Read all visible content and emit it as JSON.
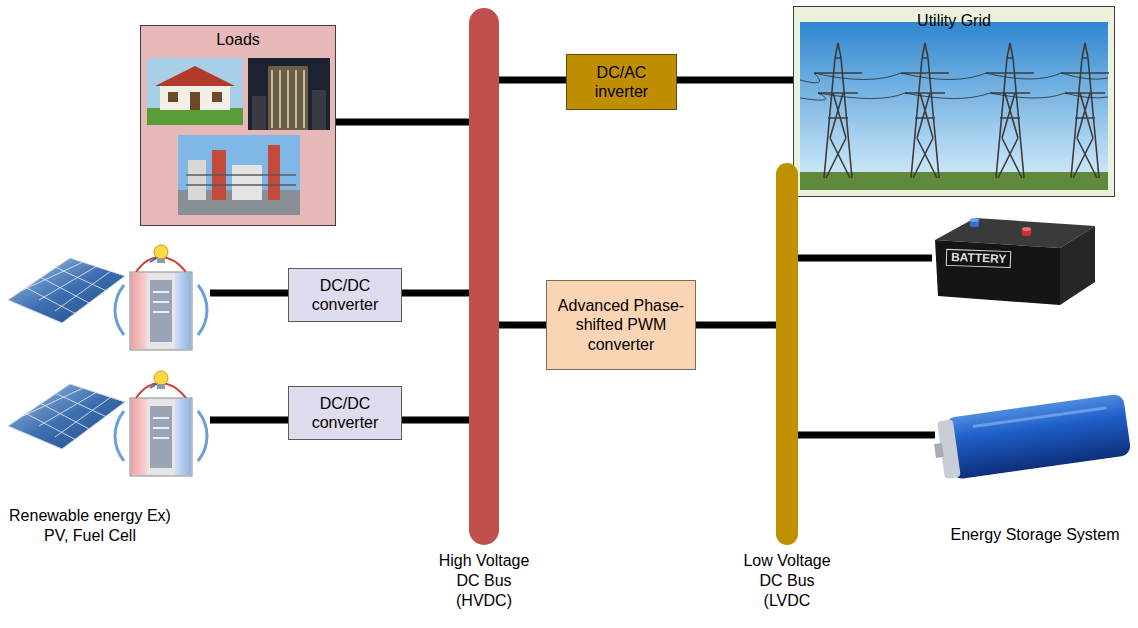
{
  "diagram": {
    "nodes": [
      {
        "text": [
          "Loads"
        ]
      },
      {
        "text": [
          "Utility Grid"
        ]
      },
      {
        "text": [
          "DC/DC converter"
        ]
      },
      {
        "text": [
          "DC/DC converter"
        ]
      },
      {
        "text": [
          "High Voltage DC Bus (HVDC)"
        ]
      },
      {
        "text": [
          "DC/AC inverter"
        ]
      },
      {
        "text": [
          "Advanced Phase-shifted PWM converter"
        ]
      },
      {
        "text": [
          "Low Voltage DC Bus (LVDC"
        ]
      }
    ],
    "edges": [
      {
        "from": 0,
        "to": 4,
        "arrow": "none"
      },
      {
        "from": 2,
        "to": 4,
        "arrow": "none"
      },
      {
        "from": 3,
        "to": 4,
        "arrow": "none"
      },
      {
        "from": 4,
        "to": 5,
        "arrow": "none"
      },
      {
        "from": 5,
        "to": 1,
        "arrow": "none"
      },
      {
        "from": 4,
        "to": 6,
        "arrow": "none"
      },
      {
        "from": 6,
        "to": 7,
        "arrow": "none"
      }
    ],
    "labels": [
      "Renewable energy Ex) PV, Fuel Cell",
      "BATTERY",
      "Energy Storage System"
    ]
  }
}
